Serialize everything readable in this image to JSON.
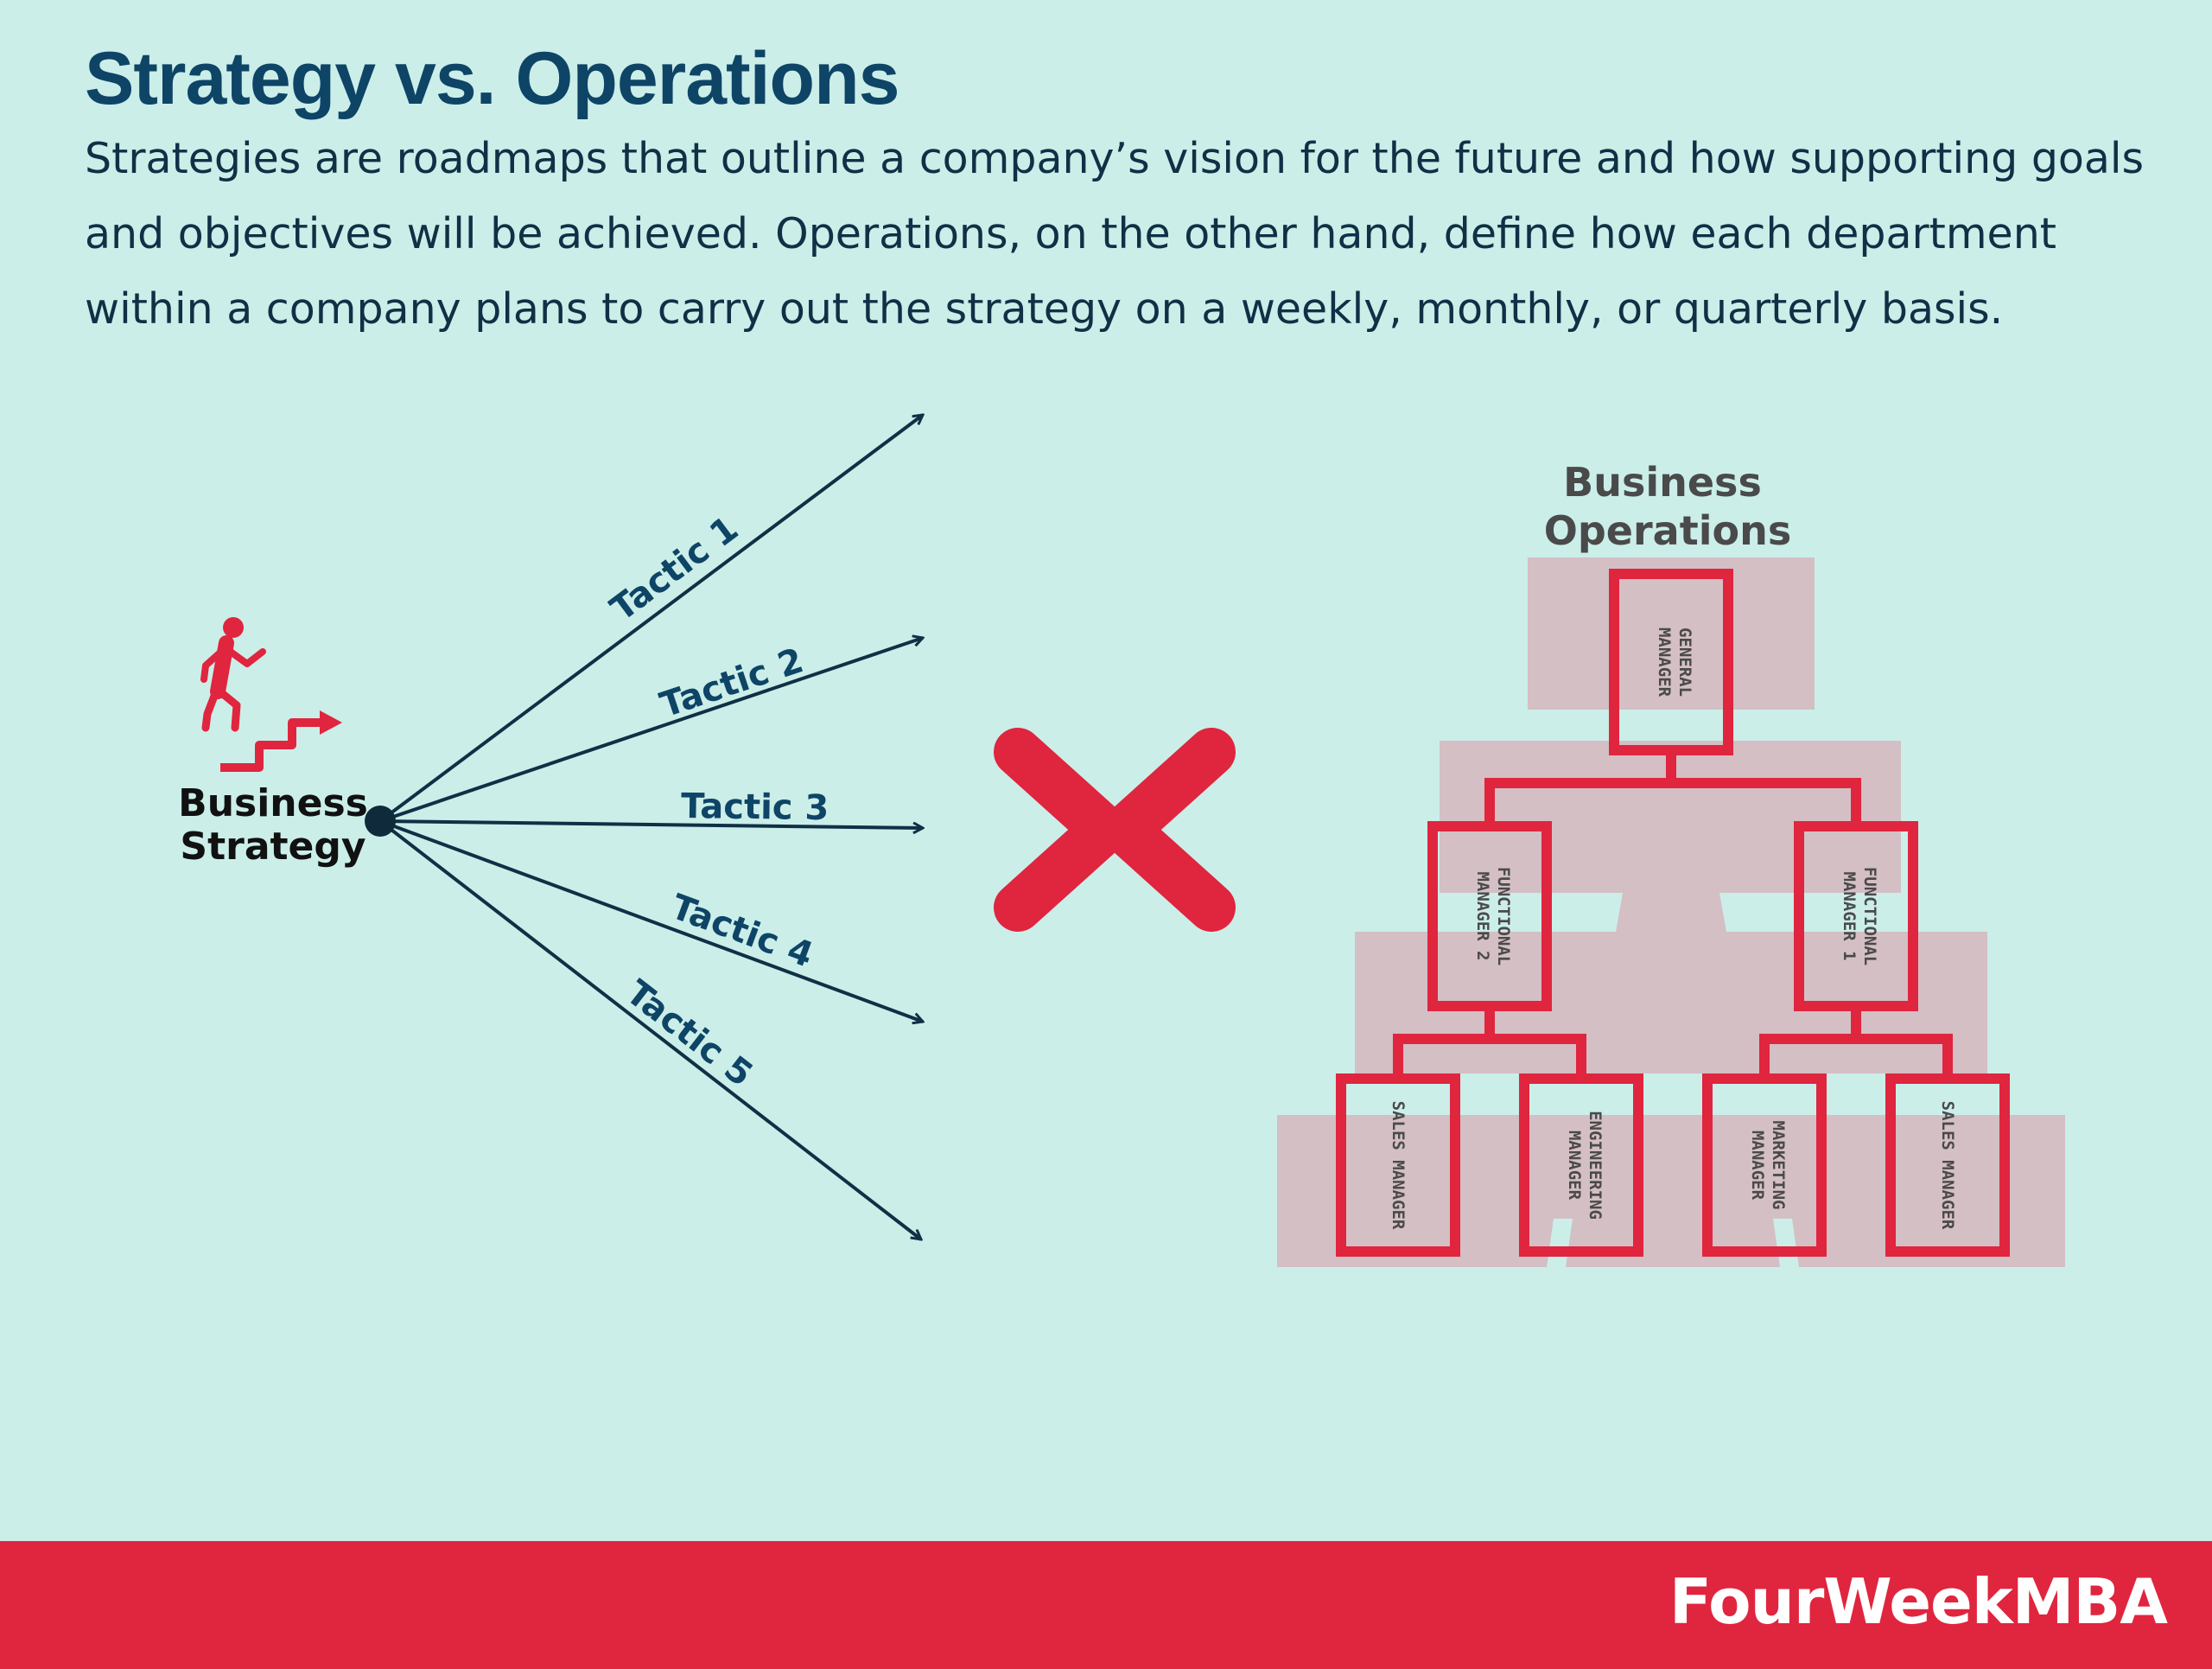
{
  "title": "Strategy vs. Operations",
  "description": "Strategies are roadmaps that outline a company’s vision for the future and how supporting goals and objectives will be achieved. Operations, on the other hand, define how each department within a company plans to carry out the strategy on a weekly, monthly, or quarterly basis.",
  "strategy": {
    "label_line1": "Business",
    "label_line2": "Strategy",
    "tactics": [
      "Tactic 1",
      "Tactic 2",
      "Tactic 3",
      "Tactic 4",
      "Tactic 5"
    ]
  },
  "operations": {
    "title_line1": "Business",
    "title_line2": "Operations",
    "general_manager": [
      "GENERAL",
      "MANAGER"
    ],
    "functional_manager_2": [
      "FUNCTIONAL",
      "MANAGER 2"
    ],
    "functional_manager_1": [
      "FUNCTIONAL",
      "MANAGER 1"
    ],
    "sales_manager_left": "SALES MANAGER",
    "engineering_manager": [
      "ENGINEERING",
      "MANAGER"
    ],
    "marketing_manager": [
      "MARKETING",
      "MANAGER"
    ],
    "sales_manager_right": "SALES MANAGER"
  },
  "brand": "FourWeekMBA",
  "colors": {
    "background": "#cbeee9",
    "accent": "#e0253f",
    "navy": "#0e4466",
    "pyramid": "#d4bfc4"
  }
}
